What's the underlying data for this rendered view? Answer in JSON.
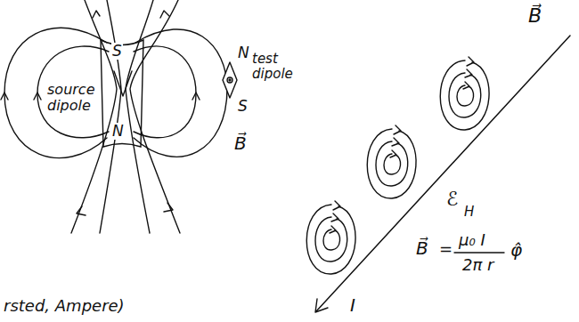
{
  "diagram": {
    "nodes": [
      {
        "text": [
          "S",
          "N"
        ]
      }
    ],
    "labels": [
      "source dipole",
      "N",
      "S",
      "test dipole",
      "B⃗",
      "rsted, Ampere)",
      "B⃗",
      "ℰ",
      "H",
      "B⃗",
      "=",
      "μ₀ I",
      "2π r",
      "φ̂",
      "I"
    ]
  }
}
